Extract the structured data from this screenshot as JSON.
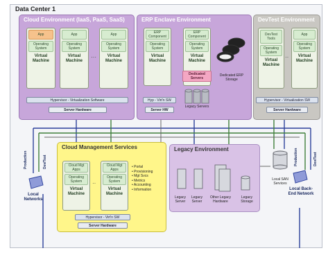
{
  "data_center": {
    "title": "Data Center 1"
  },
  "cloud_env": {
    "title": "Cloud Environment (IaaS, PaaS, SaaS)",
    "vms": [
      {
        "app": "App",
        "os": "Operating System",
        "vm": "Virtual Machine"
      },
      {
        "app": "App",
        "os": "Operating System",
        "vm": "Virtual Machine"
      },
      {
        "app": "App",
        "os": "Operating System",
        "vm": "Virtual Machine"
      }
    ],
    "hypervisor": "Hypervisor - Virtualization Software",
    "hardware": "Server Hardware"
  },
  "erp_env": {
    "title": "ERP Enclave Environment",
    "vms": [
      {
        "app": "ERP Component",
        "os": "Operating System",
        "vm": "Virtual Machine"
      },
      {
        "app": "ERP Component",
        "os": "Operating System",
        "vm": "Virtual Machine"
      }
    ],
    "dedicated_servers": "Dedicated Servers",
    "legacy_servers": "Legacy Servers",
    "storage": "Dedicated ERP Storage",
    "hypervisor": "Hyp - Virt'n SW",
    "hardware": "Server HW"
  },
  "devtest_env": {
    "title": "DevTest Environment",
    "vms": [
      {
        "app": "DevTest Tools",
        "os": "Operating System",
        "vm": "Virtual Machine"
      },
      {
        "app": "App",
        "os": "Operating System",
        "vm": "Virtual Machine"
      }
    ],
    "hypervisor": "Hypervisor - Virtualization SW",
    "hardware": "Server Hardware"
  },
  "mgmt_env": {
    "title": "Cloud Management Services",
    "vms": [
      {
        "app": "Cloud Mgt Apps",
        "os": "Operating System",
        "vm": "Virtual Machine"
      },
      {
        "app": "Cloud Mgt Apps",
        "os": "Operating System",
        "vm": "Virtual Machine"
      }
    ],
    "services": [
      "• Portal",
      "• Provisioning",
      "• Mgt Svcs",
      "• Metrics",
      "• Accounting",
      "• Information"
    ],
    "hypervisor": "Hypervisor - Virt'n SW",
    "hardware": "Server Hardware"
  },
  "legacy_env": {
    "title": "Legacy Environment",
    "items": [
      "Legacy Server",
      "Legacy Server",
      "Other Legacy Hardware",
      "Legacy Storage"
    ]
  },
  "san": {
    "label": "Local SAN Services"
  },
  "networks": {
    "left_label": "Local Networks",
    "right_label": "Local Back-End Network",
    "left_tags": [
      "Production",
      "Dev/Test"
    ],
    "right_tags": [
      "Production",
      "Dev/Test"
    ]
  },
  "colors": {
    "purple_env": "#c7a6da",
    "gray_env": "#c9c7c2",
    "yellow_env": "#fff68a",
    "link_green": "#3f7f3a",
    "link_blue": "#2b3f9a"
  }
}
